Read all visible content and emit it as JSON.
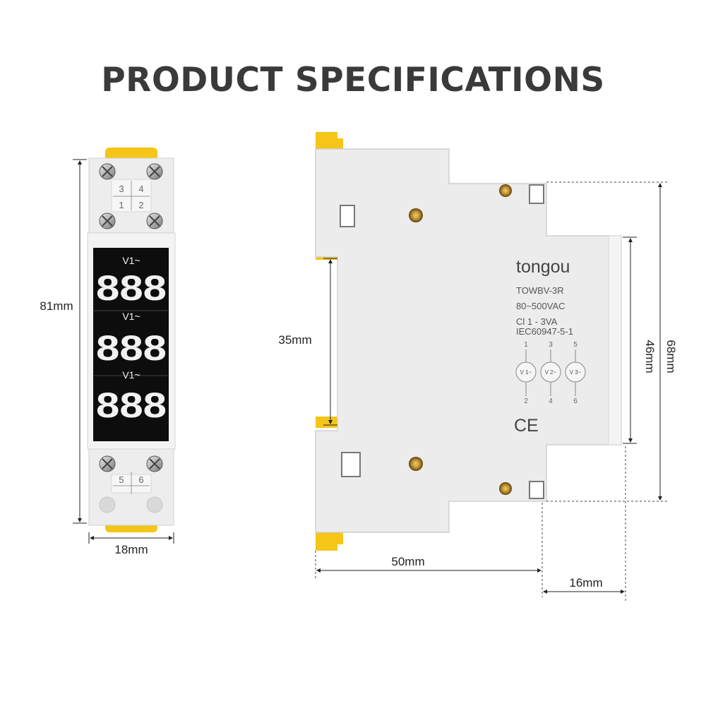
{
  "page": {
    "title": "PRODUCT SPECIFICATIONS"
  },
  "front_view": {
    "terminals_top_upper": [
      "3",
      "4"
    ],
    "terminals_top_lower": [
      "1",
      "2"
    ],
    "terminals_bottom": [
      "5",
      "6"
    ],
    "display_labels": [
      "V1~",
      "V1~",
      "V1~"
    ],
    "display_digits": [
      "888",
      "888",
      "888"
    ],
    "height_label": "81mm",
    "width_label": "18mm"
  },
  "side_view": {
    "brand": "tongou",
    "model": "TOWBV-3R",
    "voltage": "80~500VAC",
    "class": "Cl 1 - 3VA",
    "standard": "IEC60947-5-1",
    "diagram_top_numbers": [
      "1",
      "3",
      "5"
    ],
    "diagram_circles": [
      "V 1~",
      "V 2~",
      "V 3~"
    ],
    "diagram_bottom_numbers": [
      "2",
      "4",
      "6"
    ],
    "cert_mark": "CE",
    "rail_label": "35mm",
    "front_height_label": "46mm",
    "body_height_label": "68mm",
    "depth_label": "50mm",
    "front_depth_label": "16mm"
  },
  "colors": {
    "accent_yellow": "#f5c518",
    "body": "#ececec",
    "display": "#0d0d0d",
    "digits": "#f2f2f2",
    "title": "#3a3a3a"
  }
}
